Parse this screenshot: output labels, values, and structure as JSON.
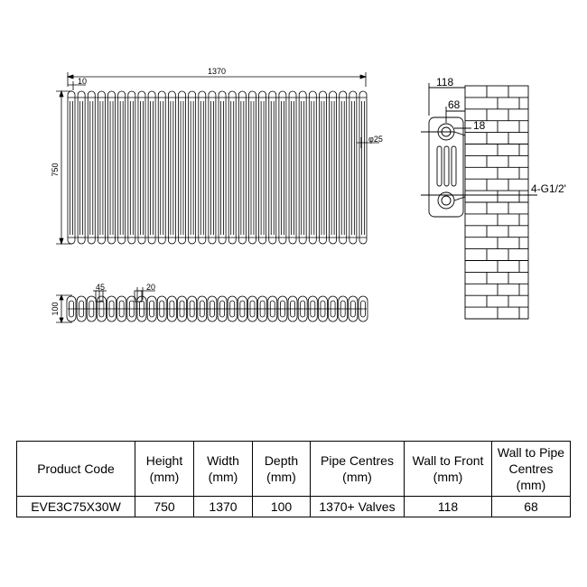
{
  "front_view": {
    "width_label": "1370",
    "height_label": "750",
    "spacing_label": "10",
    "tube_diameter_label": "φ25",
    "column_count": 30
  },
  "top_view": {
    "depth_label": "100",
    "offset_label": "45",
    "pitch_label": "20"
  },
  "side_view": {
    "wall_to_front_label": "118",
    "wall_to_pipe_label": "68",
    "bracket_label": "18",
    "connection_label": "4-G1/2'"
  },
  "table": {
    "headers": [
      "Product Code",
      "Height\n(mm)",
      "Width\n(mm)",
      "Depth\n(mm)",
      "Pipe Centres\n(mm)",
      "Wall to Front\n(mm)",
      "Wall to Pipe\nCentres\n(mm)"
    ],
    "rows": [
      [
        "EVE3C75X30W",
        "750",
        "1370",
        "100",
        "1370+ Valves",
        "118",
        "68"
      ]
    ]
  }
}
